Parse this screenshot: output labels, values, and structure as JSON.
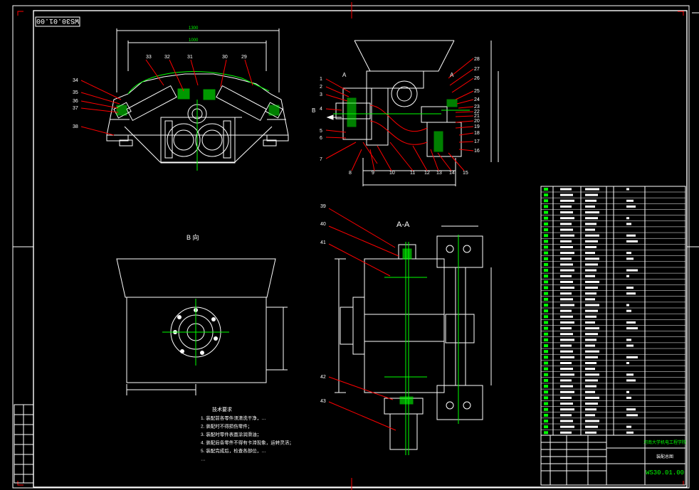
{
  "drawing": {
    "code_mirrored": "WS30.01.00",
    "code": "WS30.01.00",
    "view_b_label": "B 向",
    "section_label": "A-A",
    "section_mark_left": "A",
    "section_mark_right": "A",
    "arrow_b_label": "B",
    "notes_title": "技术要求",
    "notes": [
      "1. 装配前各零件须清洗干净，…",
      "2. 装配时不得损伤零件；",
      "3. 装配时零件表面涂润滑油；",
      "4. 装配后各零件不得有卡滞现象，运转灵活；",
      "5. 装配完成后，检查各部位，…",
      "   …"
    ],
    "title_block": {
      "school": "河南大学机电工程学院",
      "name": "装配总图",
      "code": "WS30.01.00"
    }
  },
  "part_labels": {
    "top_left": [
      "33",
      "32",
      "31",
      "30",
      "29",
      "34",
      "35",
      "36",
      "37",
      "38"
    ],
    "top_right_left": [
      "1",
      "2",
      "3",
      "4",
      "5",
      "6",
      "7",
      "8",
      "9",
      "10",
      "11",
      "12",
      "13",
      "14",
      "15"
    ],
    "top_right_right": [
      "28",
      "27",
      "26",
      "25",
      "24",
      "23",
      "22",
      "21",
      "20",
      "19",
      "18",
      "17",
      "16"
    ],
    "section_left": [
      "39",
      "40",
      "41",
      "42",
      "43"
    ]
  },
  "colors": {
    "background": "#000000",
    "line": "#ffffff",
    "leader": "#ff0000",
    "center": "#00ff00",
    "green_box": "#00ff00"
  }
}
